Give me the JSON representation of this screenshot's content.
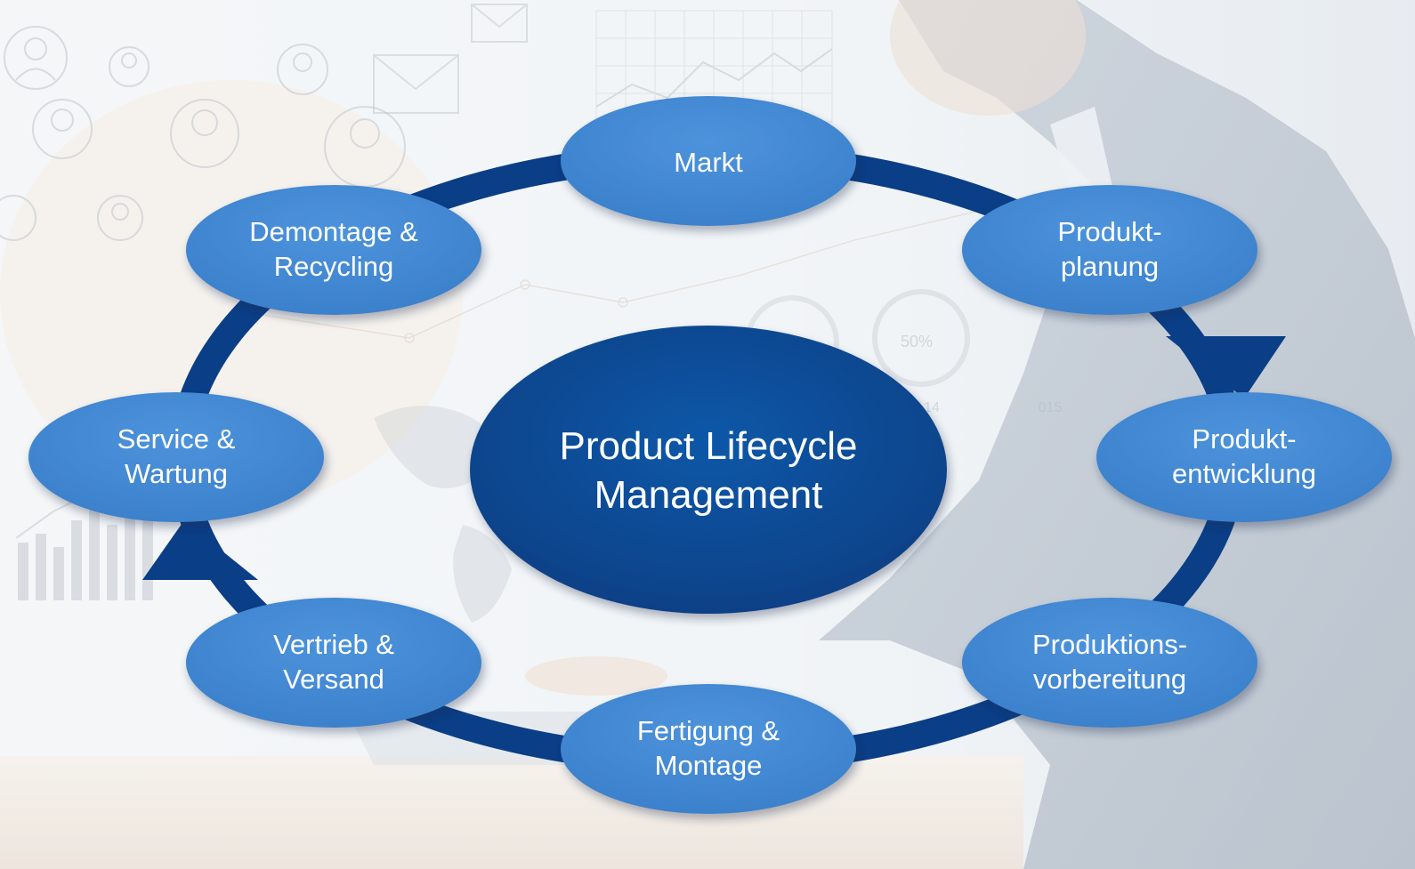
{
  "diagram": {
    "center": {
      "lines": [
        "Product Lifecycle",
        "Management"
      ]
    },
    "nodes": [
      {
        "id": "markt",
        "lines": [
          "Markt"
        ]
      },
      {
        "id": "produktplanung",
        "lines": [
          "Produkt-",
          "planung"
        ]
      },
      {
        "id": "produktentwicklung",
        "lines": [
          "Produkt-",
          "entwicklung"
        ]
      },
      {
        "id": "produktionsvorbereitung",
        "lines": [
          "Produktions-",
          "vorbereitung"
        ]
      },
      {
        "id": "fertigung",
        "lines": [
          "Fertigung &",
          "Montage"
        ]
      },
      {
        "id": "vertrieb",
        "lines": [
          "Vertrieb &",
          "Versand"
        ]
      },
      {
        "id": "service",
        "lines": [
          "Service &",
          "Wartung"
        ]
      },
      {
        "id": "demontage",
        "lines": [
          "Demontage &",
          "Recycling"
        ]
      }
    ],
    "background_watermark": {
      "percent_label": "50%",
      "year_label_1": "14",
      "year_label_2": "015"
    }
  },
  "colors": {
    "node_fill": "#3f86cf",
    "node_fill_light": "#4a90d9",
    "center_fill": "#0b4d96",
    "ring": "#0a3e86",
    "text": "#ffffff"
  }
}
